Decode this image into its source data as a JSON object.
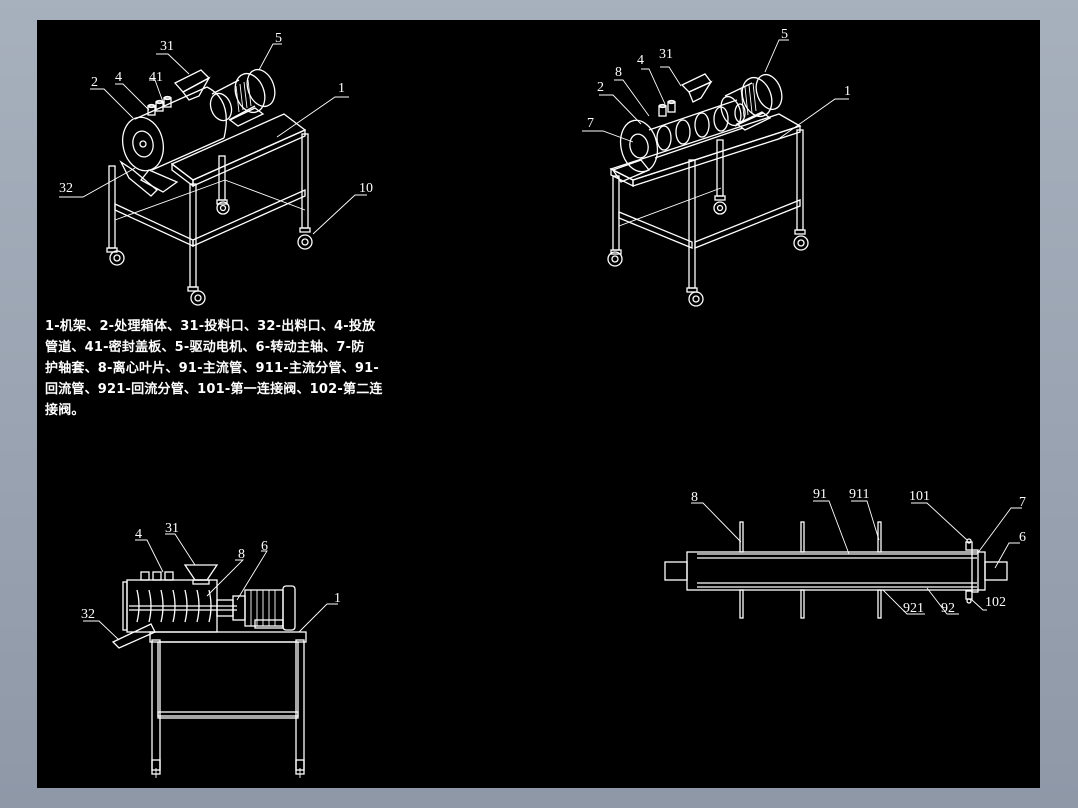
{
  "legend": {
    "text": "1-机架、2-处理箱体、31-投料口、32-出料口、4-投放\n管道、41-密封盖板、5-驱动电机、6-转动主轴、7-防\n护轴套、8-离心叶片、91-主流管、911-主流分管、91-\n回流管、921-回流分管、101-第一连接阀、102-第二连\n接阀。"
  },
  "view_iso_left": {
    "labels": {
      "l31": "31",
      "l5": "5",
      "l2": "2",
      "l4": "4",
      "l41": "41",
      "l1": "1",
      "l32": "32",
      "l10": "10"
    }
  },
  "view_iso_right": {
    "labels": {
      "l5": "5",
      "l8": "8",
      "l4": "4",
      "l31": "31",
      "l2": "2",
      "l1": "1",
      "l7": "7"
    }
  },
  "view_front": {
    "labels": {
      "l4": "4",
      "l31": "31",
      "l8": "8",
      "l6": "6",
      "l1": "1",
      "l32": "32"
    }
  },
  "view_shaft": {
    "labels": {
      "l8": "8",
      "l91": "91",
      "l911": "911",
      "l101": "101",
      "l7": "7",
      "l6": "6",
      "l921": "921",
      "l92": "92",
      "l102": "102"
    }
  },
  "colors": {
    "background": "#000000",
    "lines": "#ffffff",
    "frame": "#9aa3b0"
  }
}
